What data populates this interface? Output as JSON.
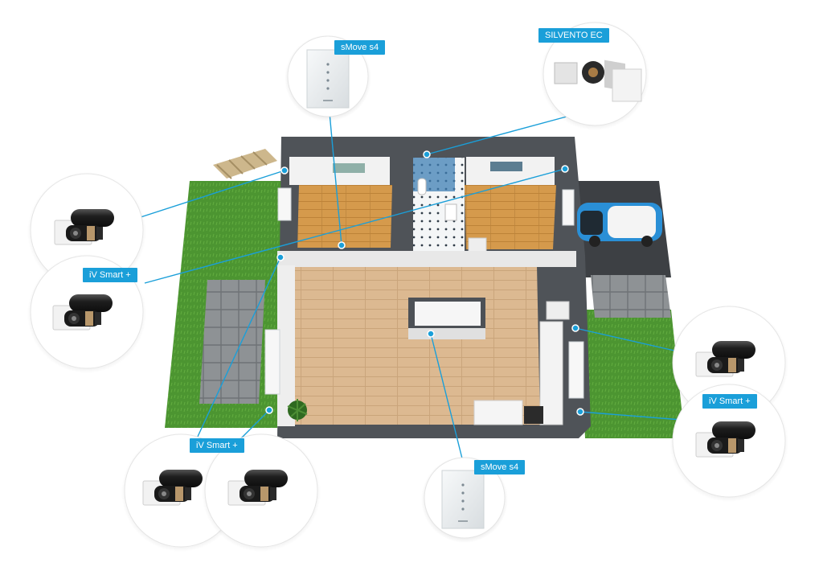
{
  "colors": {
    "accent": "#1a9fd9",
    "grass": "#4f9a33",
    "floor_wood": "#d8b48a",
    "wall": "#5d6166",
    "paving": "#8f9396",
    "car": "#2a8fd6"
  },
  "callouts": [
    {
      "id": "smove-top",
      "label": "sMove s4",
      "device": "control-panel"
    },
    {
      "id": "silvento",
      "label": "SILVENTO EC",
      "device": "bathroom-fan"
    },
    {
      "id": "ivsmart-left",
      "label": "iV Smart +",
      "device": "wall-fan-pair"
    },
    {
      "id": "ivsmart-bottom",
      "label": "iV Smart +",
      "device": "wall-fan-pair"
    },
    {
      "id": "ivsmart-right",
      "label": "iV Smart +",
      "device": "wall-fan-pair"
    },
    {
      "id": "smove-bottom",
      "label": "sMove s4",
      "device": "control-panel"
    }
  ]
}
